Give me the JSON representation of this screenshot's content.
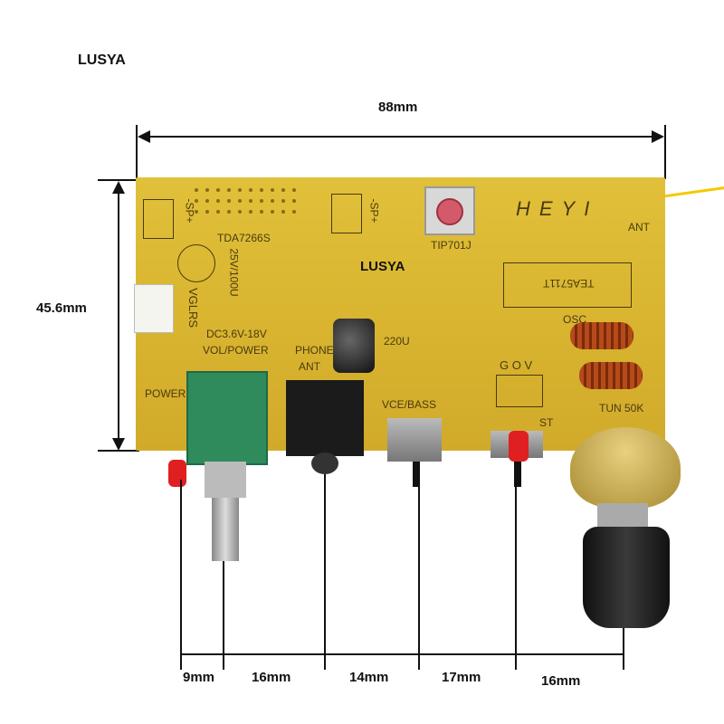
{
  "brand": "LUSYA",
  "dimensions": {
    "width": "88mm",
    "height": "45.6mm",
    "spacings": [
      "9mm",
      "16mm",
      "14mm",
      "17mm",
      "16mm"
    ]
  },
  "board": {
    "watermark": "LUSYA",
    "labels": {
      "sp_left": "-SP+",
      "chip_amp": "TDA7266S",
      "sp_right": "-SP+",
      "tuner_ic": "TIP701J",
      "brand_silk": "HEYI",
      "ant": "ANT",
      "radio_ic": "TEA5711T",
      "cap_rating": "25V/100U",
      "pins": "VGLRS",
      "power_range": "DC3.6V-18V",
      "vol_power": "VOL/POWER",
      "phone": "PHONE",
      "ant2": "ANT",
      "cap2": "220U",
      "power": "POWER",
      "vce_bass": "VCE/BASS",
      "gov": "G O V",
      "st": "ST",
      "osc": "OSC",
      "tun": "TUN 50K"
    }
  }
}
